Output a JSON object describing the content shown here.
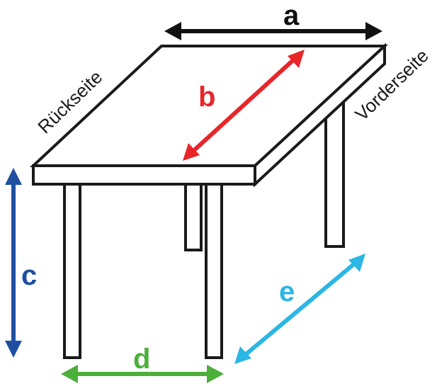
{
  "labels": {
    "back_side": "Rückseite",
    "front_side": "Vorderseite"
  },
  "dimensions": {
    "a": {
      "letter": "a",
      "color": "#111111"
    },
    "b": {
      "letter": "b",
      "color": "#e8262a"
    },
    "c": {
      "letter": "c",
      "color": "#1f4fa0"
    },
    "d": {
      "letter": "d",
      "color": "#4caf3a"
    },
    "e": {
      "letter": "e",
      "color": "#2bb6e3"
    }
  }
}
